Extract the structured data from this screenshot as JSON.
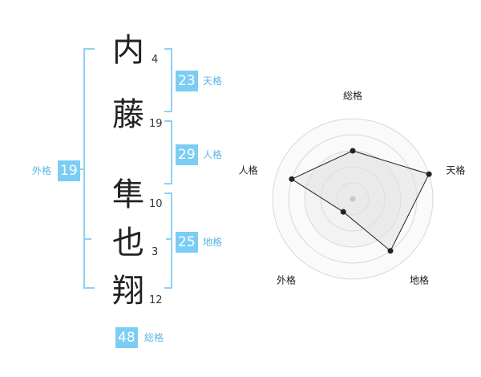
{
  "name": {
    "chars": [
      {
        "char": "内",
        "strokes": "4"
      },
      {
        "char": "藤",
        "strokes": "19"
      },
      {
        "char": "隼",
        "strokes": "10"
      },
      {
        "char": "也",
        "strokes": "3"
      },
      {
        "char": "翔",
        "strokes": "12"
      }
    ]
  },
  "scores": {
    "tenkaku": {
      "value": "23",
      "label": "天格"
    },
    "jinkaku": {
      "value": "29",
      "label": "人格"
    },
    "chikaku": {
      "value": "25",
      "label": "地格"
    },
    "gaikaku": {
      "value": "19",
      "label": "外格"
    },
    "soukaku": {
      "value": "48",
      "label": "総格"
    }
  },
  "colors": {
    "badge": "#7ccdf4",
    "bracket": "#8fd0f2",
    "radar_fill": "#eeeeee",
    "radar_line": "#222222"
  },
  "chart_data": {
    "type": "radar",
    "axes": [
      "総格",
      "天格",
      "地格",
      "外格",
      "人格"
    ],
    "values": [
      3,
      5,
      4,
      1,
      4
    ],
    "range": [
      0,
      5
    ],
    "rings": 5
  }
}
